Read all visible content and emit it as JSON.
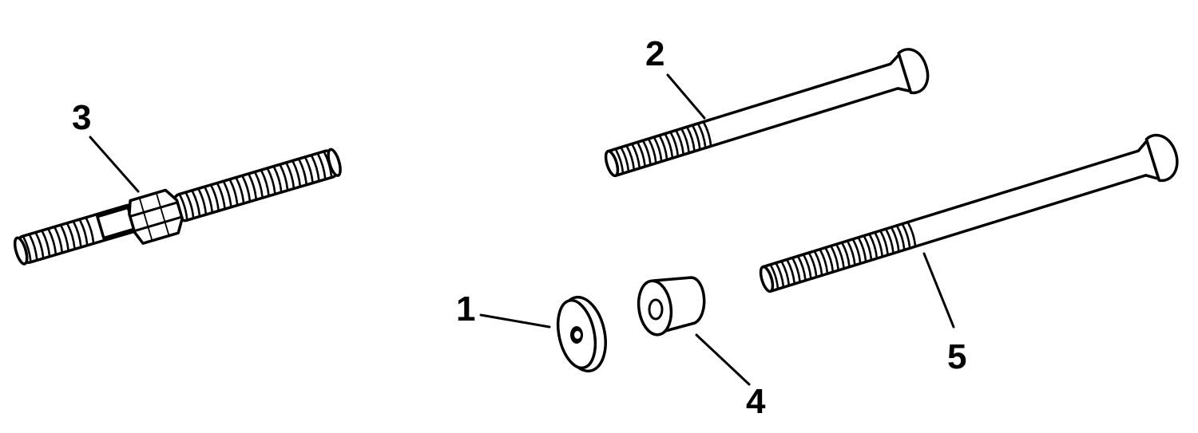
{
  "callouts": {
    "washer": "1",
    "short_bolt": "2",
    "stud_with_nut": "3",
    "spacer": "4",
    "long_bolt": "5"
  },
  "colors": {
    "ink": "#000000",
    "paper": "#ffffff"
  }
}
